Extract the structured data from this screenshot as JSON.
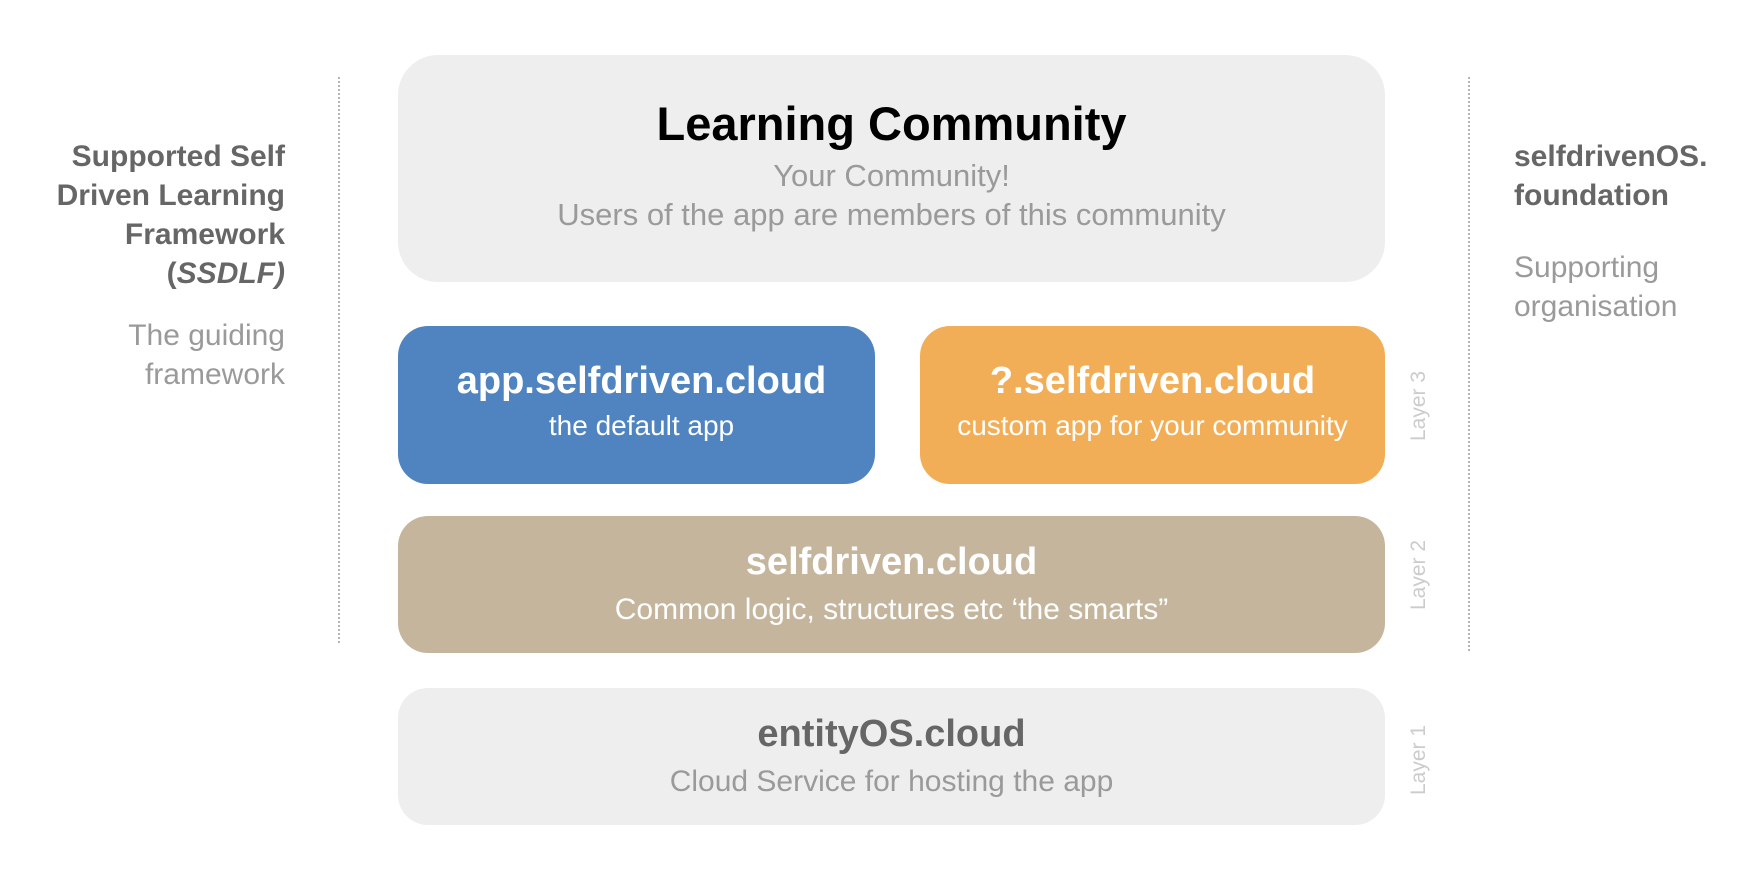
{
  "framework": {
    "title_line1": "Supported Self",
    "title_line2": "Driven Learning",
    "title_line3": "Framework",
    "title_open": "(",
    "title_abbr": "SSDLF)",
    "subtitle_line1": "The guiding",
    "subtitle_line2": "framework"
  },
  "foundation": {
    "title_line1": "selfdrivenOS.",
    "title_line2": "foundation",
    "subtitle_line1": "Supporting",
    "subtitle_line2": "organisation"
  },
  "community": {
    "title": "Learning Community",
    "subtitle_line1": "Your Community!",
    "subtitle_line2": "Users of the app are members of this community"
  },
  "default_app": {
    "title": "app.selfdriven.cloud",
    "subtitle": "the default app"
  },
  "custom_app": {
    "title": "?.selfdriven.cloud",
    "subtitle": "custom app for your community"
  },
  "core": {
    "title": "selfdriven.cloud",
    "subtitle": "Common logic, structures etc ‘the smarts”"
  },
  "hosting": {
    "title": "entityOS.cloud",
    "subtitle": "Cloud Service for hosting the app"
  },
  "layers": {
    "layer3": "Layer 3",
    "layer2": "Layer 2",
    "layer1": "Layer 1"
  },
  "colors": {
    "community_bg": "#eeeeee",
    "default_app_bg": "#5084c1",
    "custom_app_bg": "#f2ae56",
    "core_bg": "#c5b59c",
    "hosting_bg": "#eeeeee"
  }
}
